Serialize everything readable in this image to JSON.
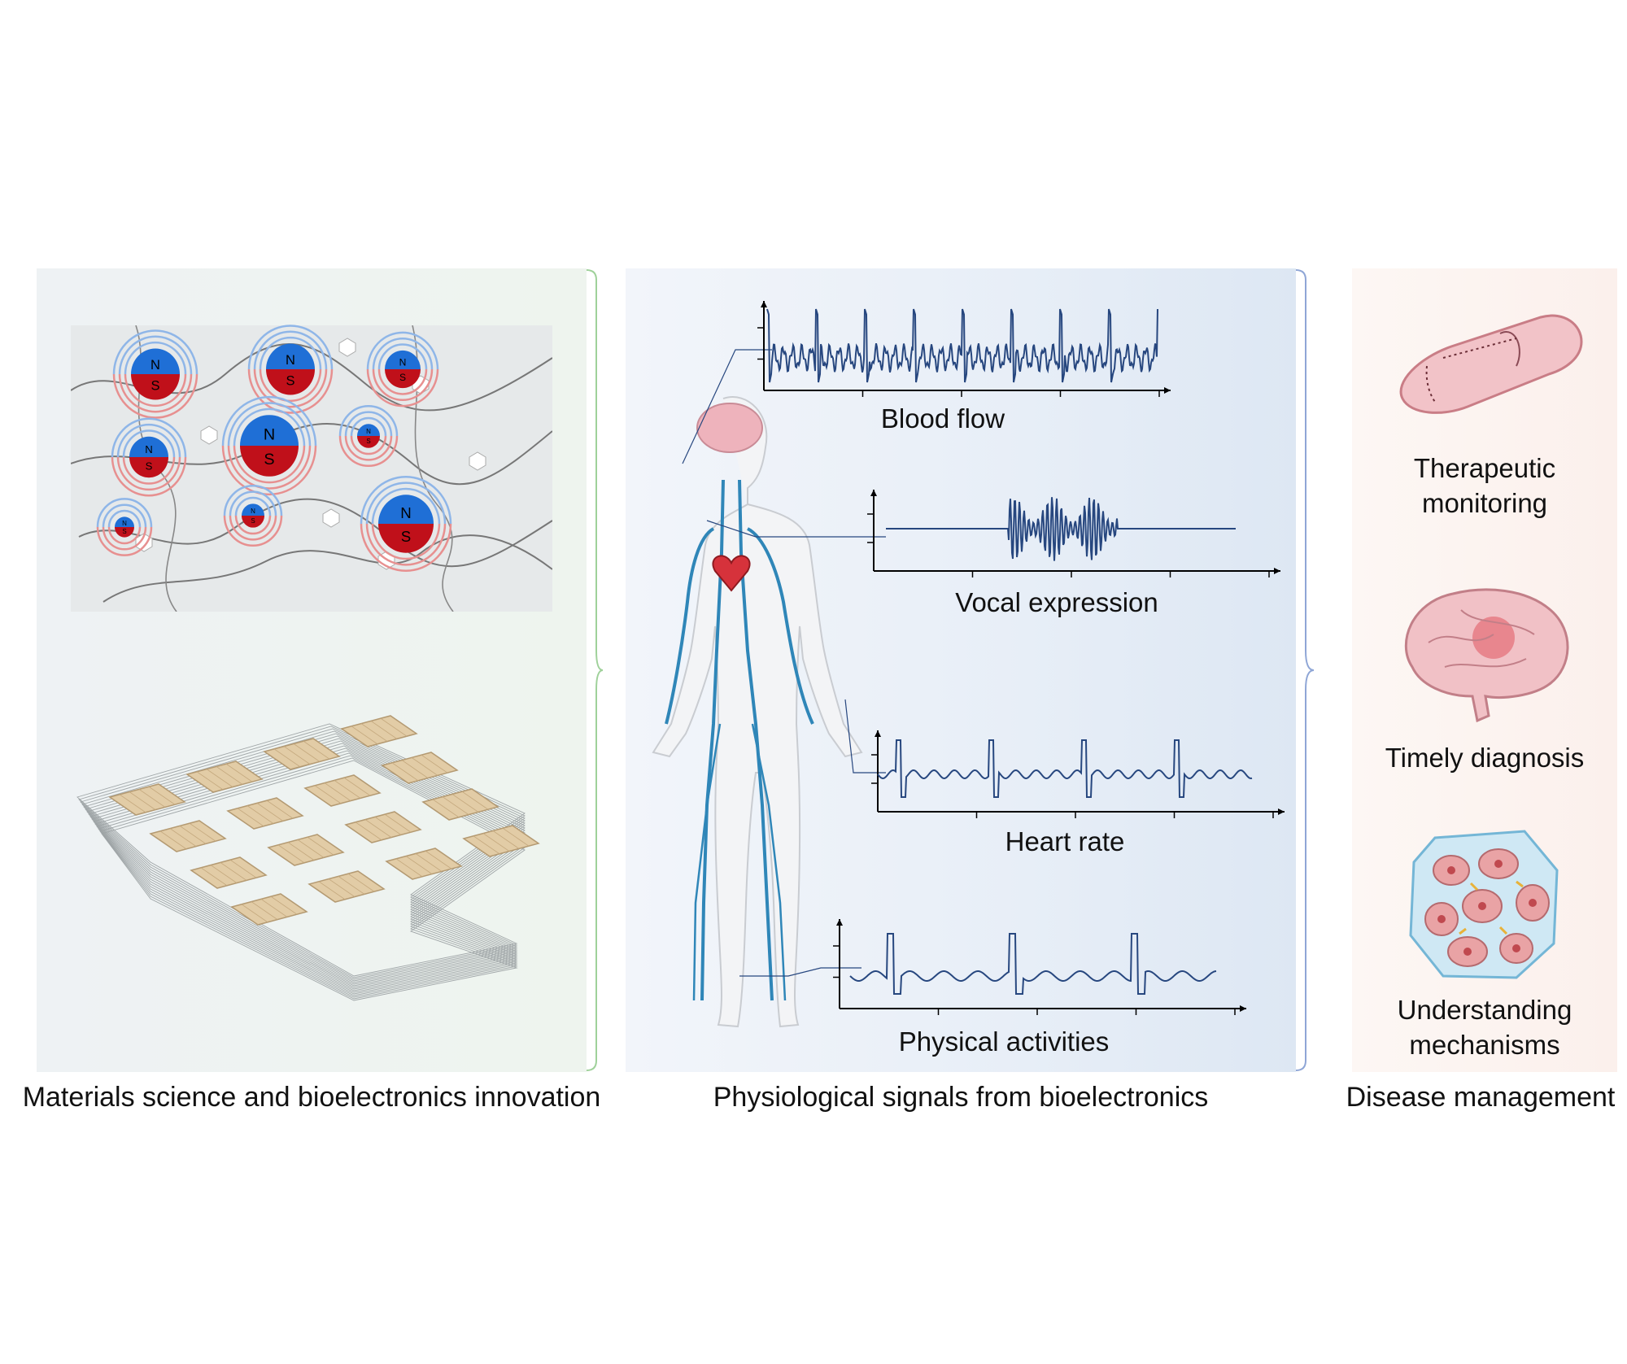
{
  "panels": {
    "materials": {
      "caption": "Materials science and bioelectronics innovation",
      "accent": "#9fd19a"
    },
    "signals": {
      "caption": "Physiological signals from bioelectronics",
      "accent": "#8fa6d6"
    },
    "disease": {
      "caption": "Disease management",
      "accent": "#e8b4a8"
    }
  },
  "magnets": {
    "north": "N",
    "south": "S",
    "north_color": "#1f6fd6",
    "south_color": "#c0101a"
  },
  "signals": [
    {
      "label": "Blood flow"
    },
    {
      "label": "Vocal expression"
    },
    {
      "label": "Heart rate"
    },
    {
      "label": "Physical activities"
    }
  ],
  "disease": [
    {
      "label": "Therapeutic monitoring",
      "icon": "sutured-vessel-icon"
    },
    {
      "label": "Timely diagnosis",
      "icon": "brain-icon"
    },
    {
      "label": "Understanding mechanisms",
      "icon": "cell-tissue-icon"
    }
  ],
  "colors": {
    "signal_line": "#27477f",
    "vessel": "#2f86b8"
  }
}
